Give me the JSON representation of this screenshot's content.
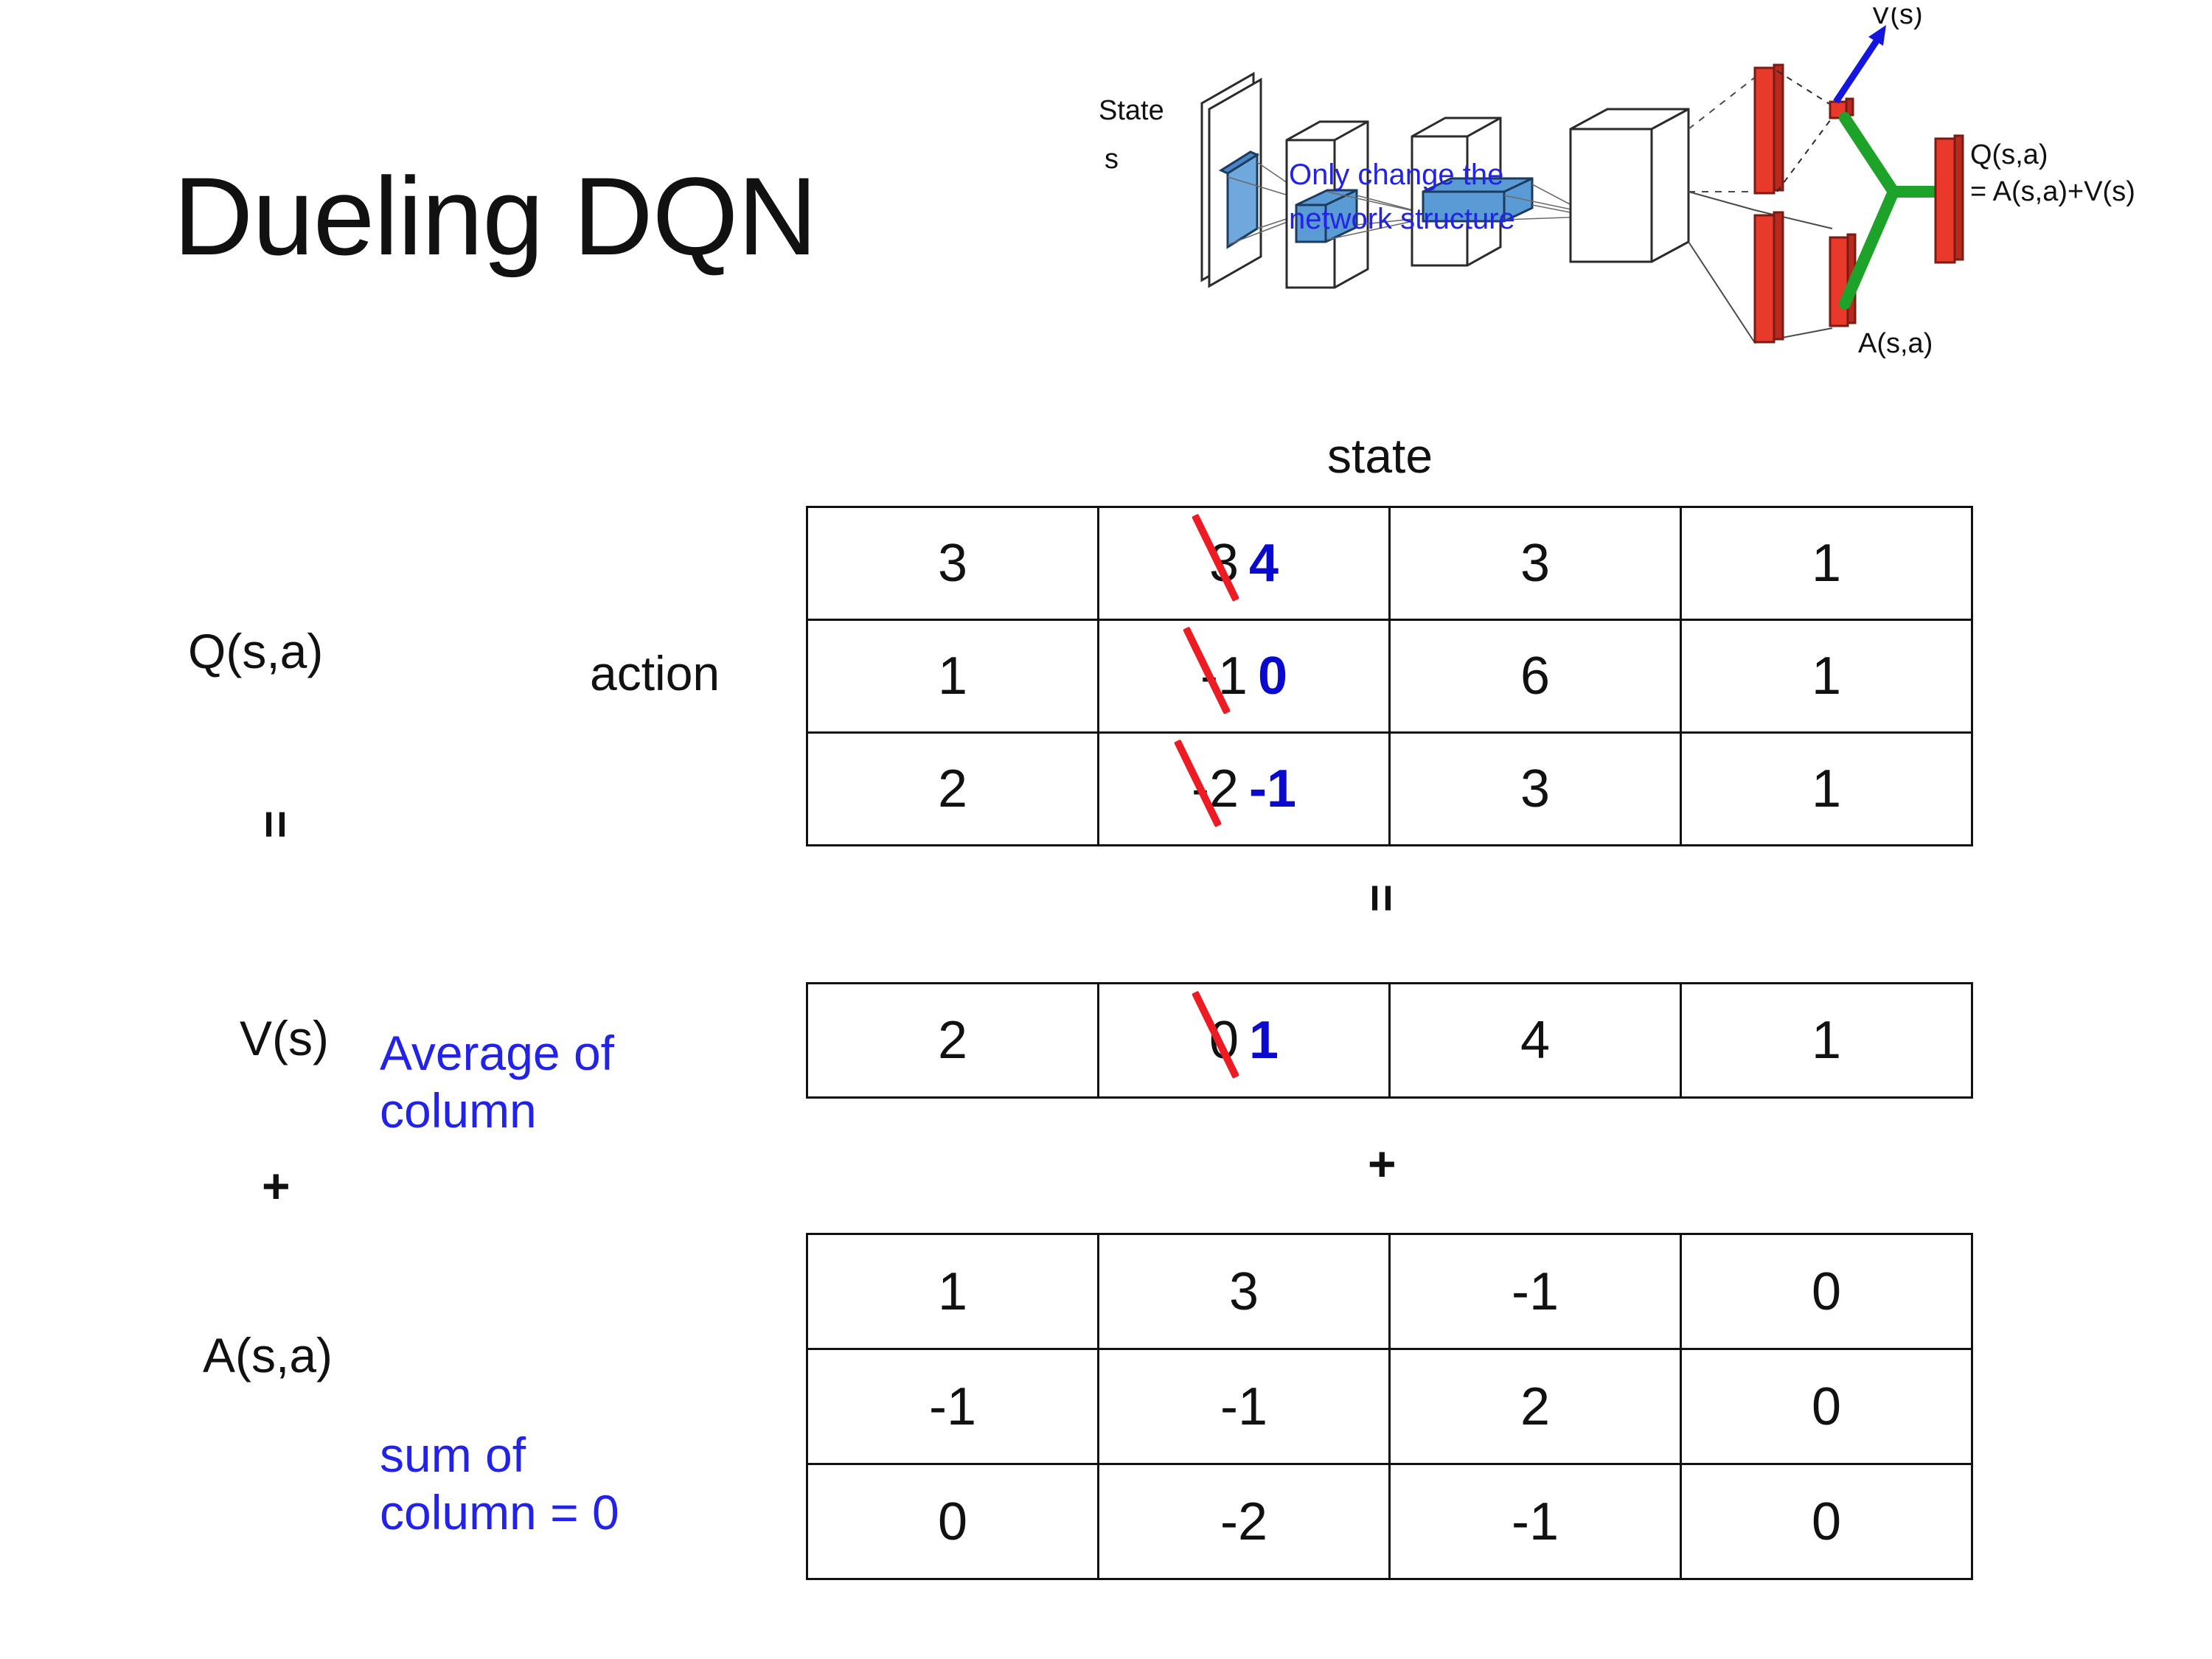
{
  "title": "Dueling DQN",
  "colors": {
    "blue_text": "#2222E8",
    "blue_value": "#0A0ACF",
    "strike_red": "#ED1C24",
    "block_red": "#E8392B",
    "block_blue": "#5B9BD5",
    "link_green": "#1DA22A",
    "arrow_blue": "#1515E0",
    "text": "#111111"
  },
  "diagram": {
    "state_label": "State",
    "state_sub": "s",
    "note_line1": "Only change the",
    "note_line2": "network structure",
    "v_label": "V(s)",
    "a_label": "A(s,a)",
    "q_label_line1": "Q(s,a)",
    "q_label_line2": "= A(s,a)+V(s)"
  },
  "labels": {
    "state": "state",
    "action": "action",
    "q": "Q(s,a)",
    "v": "V(s)",
    "a": "A(s,a)",
    "equals": "=",
    "plus": "+",
    "avg_line1": "Average of",
    "avg_line2": "column",
    "sum_line1": "sum of",
    "sum_line2": "column = 0"
  },
  "chart_data": {
    "type": "table",
    "title": "Dueling DQN decomposition Q(s,a) = V(s) + A(s,a)",
    "xlabel": "state",
    "ylabel": "action",
    "tables": [
      {
        "name": "Q(s,a)",
        "rows": 3,
        "cols": 4,
        "values": [
          [
            "3",
            "3",
            "3",
            "1"
          ],
          [
            "1",
            "-1",
            "6",
            "1"
          ],
          [
            "2",
            "-2",
            "3",
            "1"
          ]
        ],
        "edits": [
          {
            "row": 0,
            "col": 1,
            "old": "3",
            "new": "4"
          },
          {
            "row": 1,
            "col": 1,
            "old": "-1",
            "new": "0"
          },
          {
            "row": 2,
            "col": 1,
            "old": "-2",
            "new": "-1"
          }
        ]
      },
      {
        "name": "V(s)",
        "rows": 1,
        "cols": 4,
        "values": [
          [
            "2",
            "0",
            "4",
            "1"
          ]
        ],
        "edits": [
          {
            "row": 0,
            "col": 1,
            "old": "0",
            "new": "1"
          }
        ]
      },
      {
        "name": "A(s,a)",
        "rows": 3,
        "cols": 4,
        "values": [
          [
            "1",
            "3",
            "-1",
            "0"
          ],
          [
            "-1",
            "-1",
            "2",
            "0"
          ],
          [
            "0",
            "-2",
            "-1",
            "0"
          ]
        ],
        "edits": []
      }
    ]
  }
}
